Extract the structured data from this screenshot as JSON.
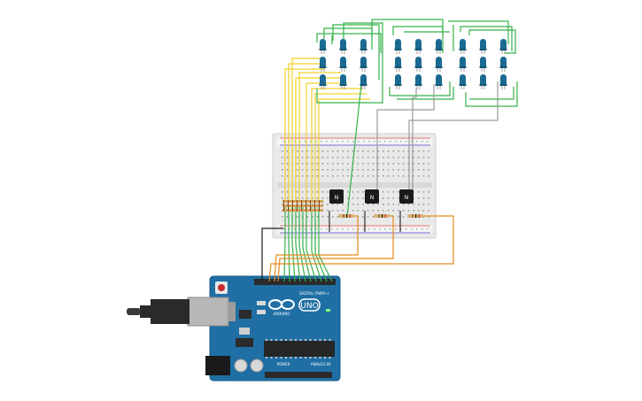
{
  "arduino": {
    "model_label": "UNO",
    "brand_label": "ARDUINO",
    "digital_label": "DIGITAL (PWM~)",
    "power_label": "POWER",
    "analog_label": "ANALOG IN",
    "board_color": "#1f6fa5"
  },
  "transistors": [
    {
      "label": "N"
    },
    {
      "label": "N"
    },
    {
      "label": "N"
    }
  ],
  "leds": {
    "cube_count": 3,
    "rows": 3,
    "cols": 3,
    "color": "#1a6a92"
  },
  "wire_colors": {
    "yellow": "#f2d22b",
    "green": "#35b24a",
    "gray": "#9a9a9a",
    "orange": "#e48a1c",
    "black": "#1b1b1b"
  }
}
